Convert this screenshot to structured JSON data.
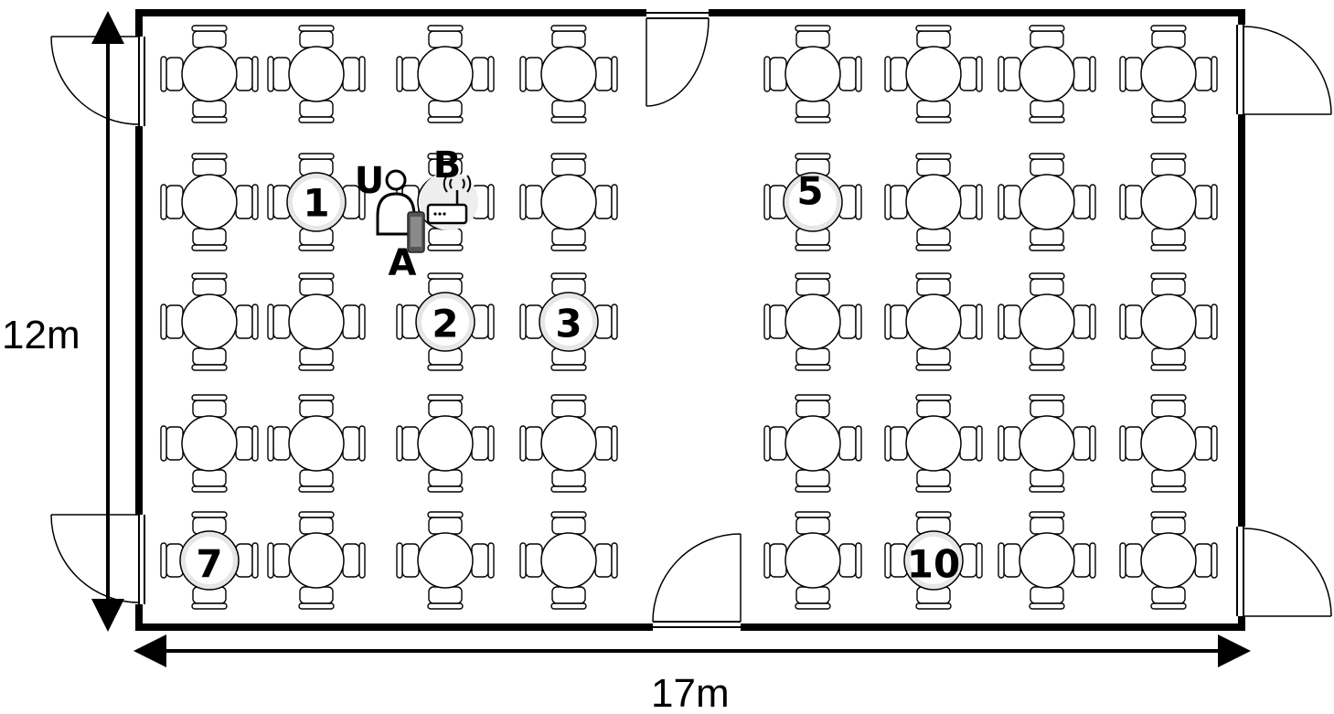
{
  "room": {
    "width_label": "17m",
    "height_label": "12m"
  },
  "tables": {
    "count": 40,
    "labels": [
      "1",
      "2",
      "3",
      "5",
      "7",
      "10"
    ]
  },
  "markers": {
    "user": "U",
    "phone": "A",
    "router": "B"
  },
  "doors": 6,
  "icons": [
    "user-icon",
    "phone-icon",
    "router-icon",
    "door-icon",
    "table-icon"
  ]
}
